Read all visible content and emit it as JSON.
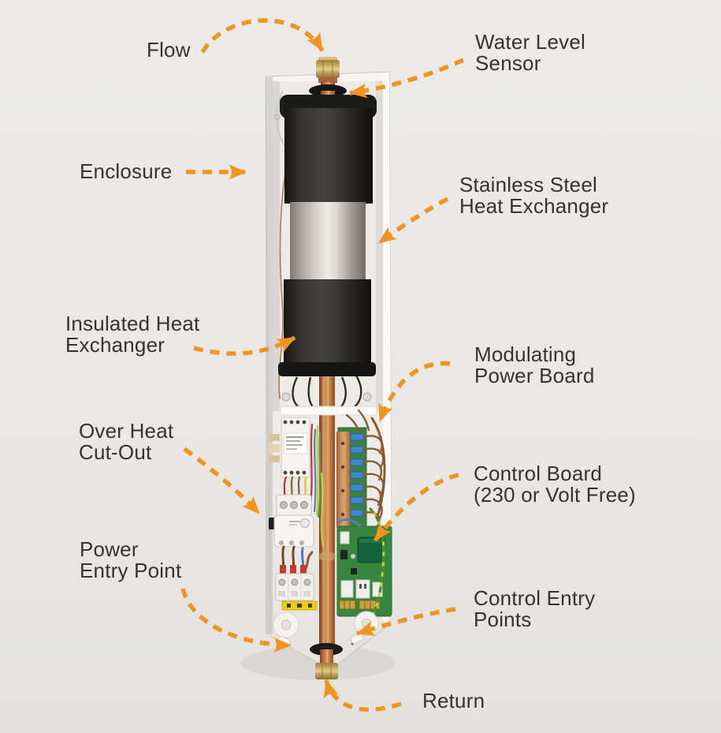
{
  "page": {
    "background": "#e9e8e6"
  },
  "colors": {
    "arrow": "#f0931f",
    "label_text": "#333333",
    "insulation": "#2b2a29",
    "copper": "#c3804a",
    "pcb_green": "#38853f"
  },
  "labels": [
    {
      "id": "flow",
      "lines": [
        "Flow"
      ]
    },
    {
      "id": "water-level-sensor",
      "lines": [
        "Water Level",
        "Sensor"
      ]
    },
    {
      "id": "enclosure",
      "lines": [
        "Enclosure"
      ]
    },
    {
      "id": "stainless-steel-heat-exchanger",
      "lines": [
        "Stainless Steel",
        "Heat Exchanger"
      ]
    },
    {
      "id": "insulated-heat-exchanger",
      "lines": [
        "Insulated Heat",
        "Exchanger"
      ]
    },
    {
      "id": "modulating-power-board",
      "lines": [
        "Modulating",
        "Power Board"
      ]
    },
    {
      "id": "over-heat-cut-out",
      "lines": [
        "Over Heat",
        "Cut-Out"
      ]
    },
    {
      "id": "control-board",
      "lines": [
        "Control Board",
        "(230 or Volt Free)"
      ]
    },
    {
      "id": "power-entry-point",
      "lines": [
        "Power",
        "Entry Point"
      ]
    },
    {
      "id": "control-entry-points",
      "lines": [
        "Control Entry",
        "Points"
      ]
    },
    {
      "id": "return",
      "lines": [
        "Return"
      ]
    }
  ],
  "illustration": {
    "description": "Front view of a wall-mounted electric boiler with its cover removed, annotated with orange dashed arrows",
    "components": [
      "flow-fitting",
      "water-level-sensor-grommet",
      "enclosure-shell",
      "insulated-heat-exchanger-top",
      "stainless-steel-heat-exchanger",
      "insulated-heat-exchanger-bottom",
      "copper-flow-pipe",
      "power-relay",
      "over-heat-cut-out-device",
      "modulating-power-board",
      "control-board",
      "power-entry-terminals",
      "control-entry-points",
      "return-fitting"
    ]
  }
}
